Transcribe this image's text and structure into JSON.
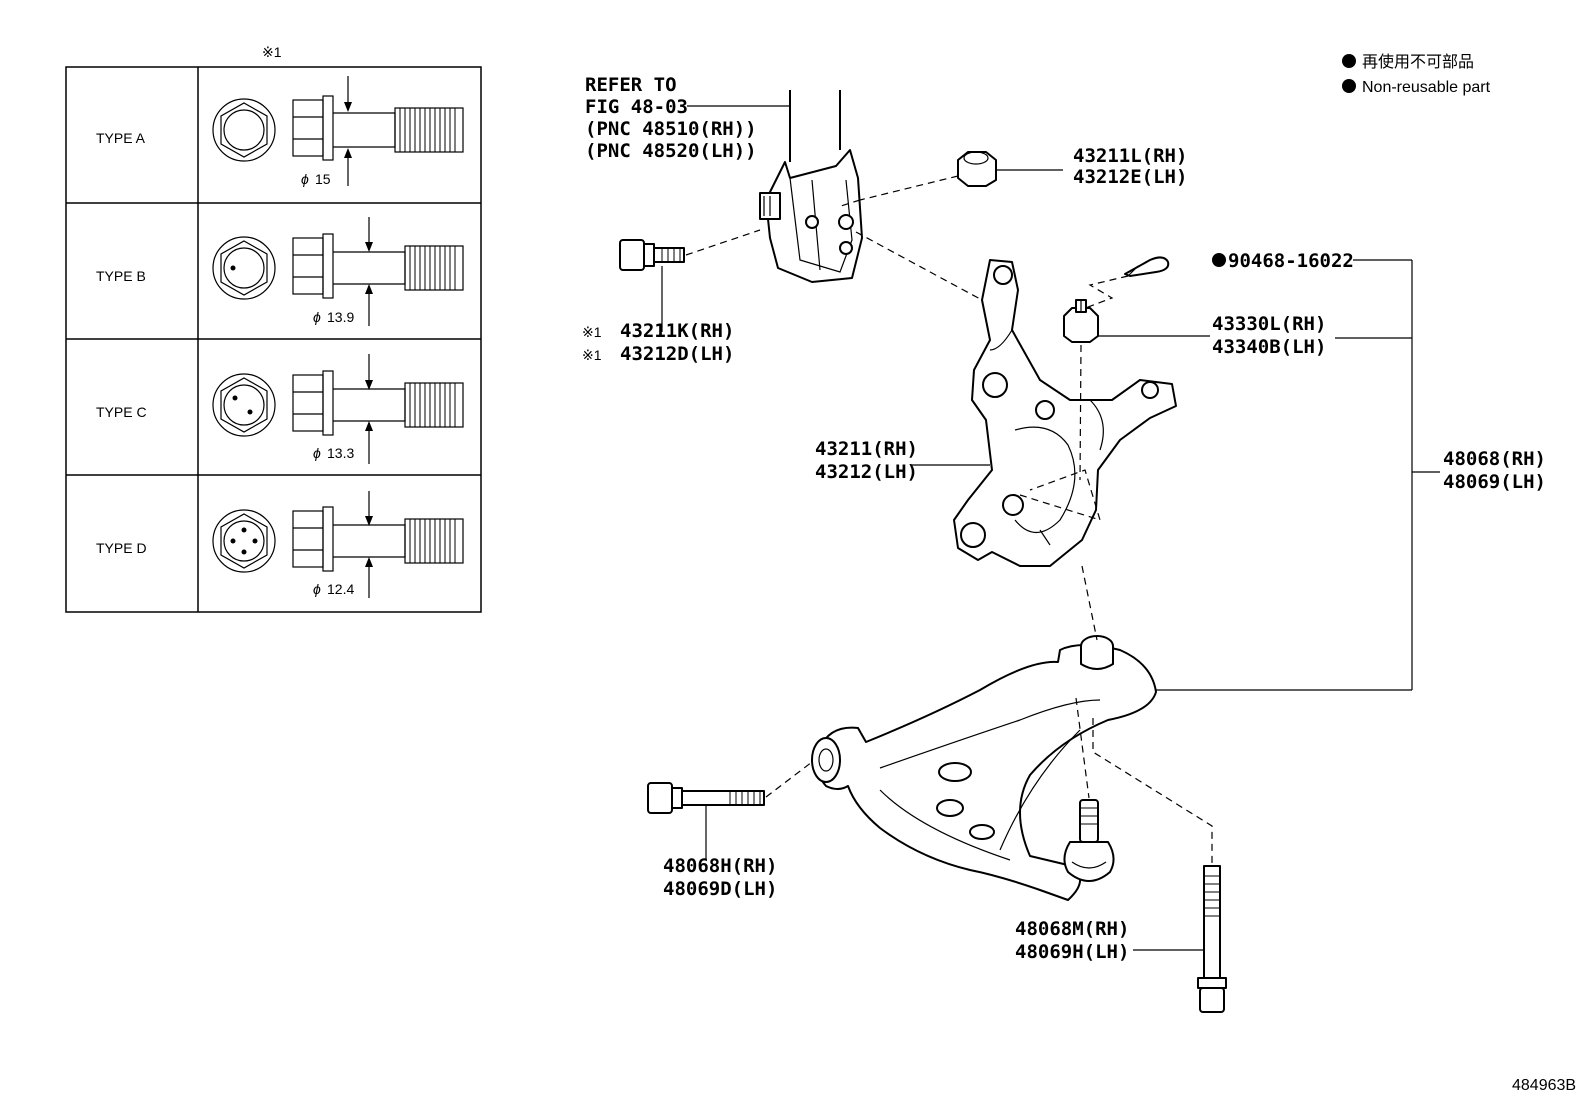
{
  "legend": {
    "nonreusable_jp": "再使用不可部品",
    "nonreusable_en": "Non-reusable part"
  },
  "table": {
    "note_mark": "※1",
    "rows": [
      {
        "type": "TYPE A",
        "diameter": "15"
      },
      {
        "type": "TYPE B",
        "diameter": "13.9"
      },
      {
        "type": "TYPE C",
        "diameter": "13.3"
      },
      {
        "type": "TYPE D",
        "diameter": "12.4"
      }
    ],
    "phi": "ϕ"
  },
  "refer": {
    "line1": "REFER TO",
    "line2": "FIG 48-03",
    "line3": "(PNC 48510(RH))",
    "line4": "(PNC 48520(LH))"
  },
  "parts": {
    "nut_top_rh": "43211L(RH)",
    "nut_top_lh": "43212E(LH)",
    "bolt_top_mark": "※1",
    "bolt_top_rh": "43211K(RH)",
    "bolt_top_lh": "43212D(LH)",
    "cotter_pin": "90468-16022",
    "castle_nut_rh": "43330L(RH)",
    "castle_nut_lh": "43340B(LH)",
    "knuckle_rh": "43211(RH)",
    "knuckle_lh": "43212(LH)",
    "arm_rh": "48068(RH)",
    "arm_lh": "48069(LH)",
    "front_bolt_rh": "48068H(RH)",
    "front_bolt_lh": "48069D(LH)",
    "rear_bolt_rh": "48068M(RH)",
    "rear_bolt_lh": "48069H(LH)"
  },
  "figure_id": "484963B"
}
